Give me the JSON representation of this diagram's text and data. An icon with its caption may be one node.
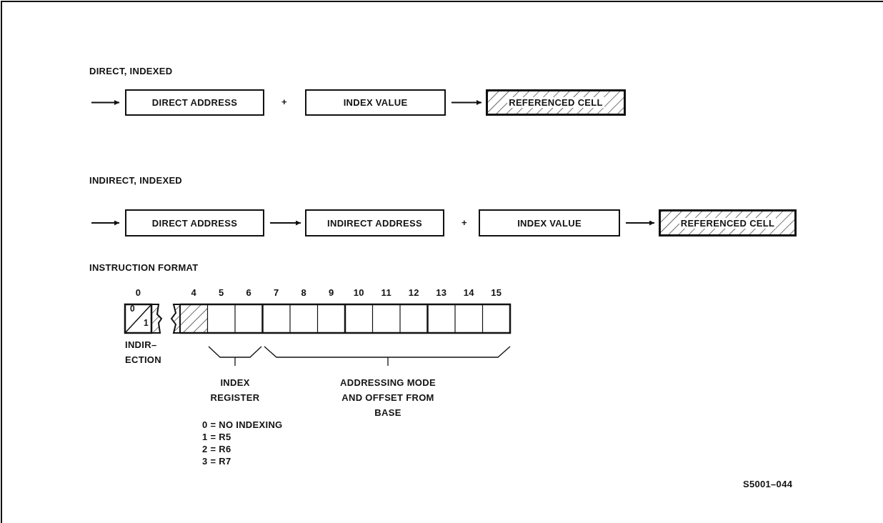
{
  "diagram": {
    "nodes": [
      {
        "text": [
          "DIRECT ADDRESS"
        ]
      },
      {
        "text": [
          "INDEX VALUE"
        ]
      },
      {
        "text": [
          "REFERENCED CELL"
        ]
      },
      {
        "text": [
          "DIRECT ADDRESS"
        ]
      },
      {
        "text": [
          "INDIRECT ADDRESS"
        ]
      },
      {
        "text": [
          "INDEX VALUE"
        ]
      },
      {
        "text": [
          "REFERENCED CELL"
        ]
      }
    ],
    "edges": [
      {
        "from": null,
        "to": 0,
        "arrow": "to"
      },
      {
        "from": 1,
        "to": 2,
        "arrow": "to"
      },
      {
        "from": null,
        "to": 3,
        "arrow": "to"
      },
      {
        "from": 3,
        "to": 4,
        "arrow": "to"
      },
      {
        "from": 5,
        "to": 6,
        "arrow": "to"
      }
    ],
    "labels": [
      "DIRECT, INDEXED",
      "+",
      "INDIRECT, INDEXED",
      "+",
      "INSTRUCTION FORMAT",
      "0",
      "4",
      "5",
      "6",
      "7",
      "8",
      "9",
      "10",
      "11",
      "12",
      "13",
      "14",
      "15",
      "0",
      "1",
      "INDIR– ECTION",
      "INDEX REGISTER",
      "ADDRESSING MODE AND OFFSET FROM BASE",
      "0 = NO INDEXING",
      "1 = R5",
      "2 = R6",
      "3 = R7",
      "S5001–044"
    ]
  }
}
